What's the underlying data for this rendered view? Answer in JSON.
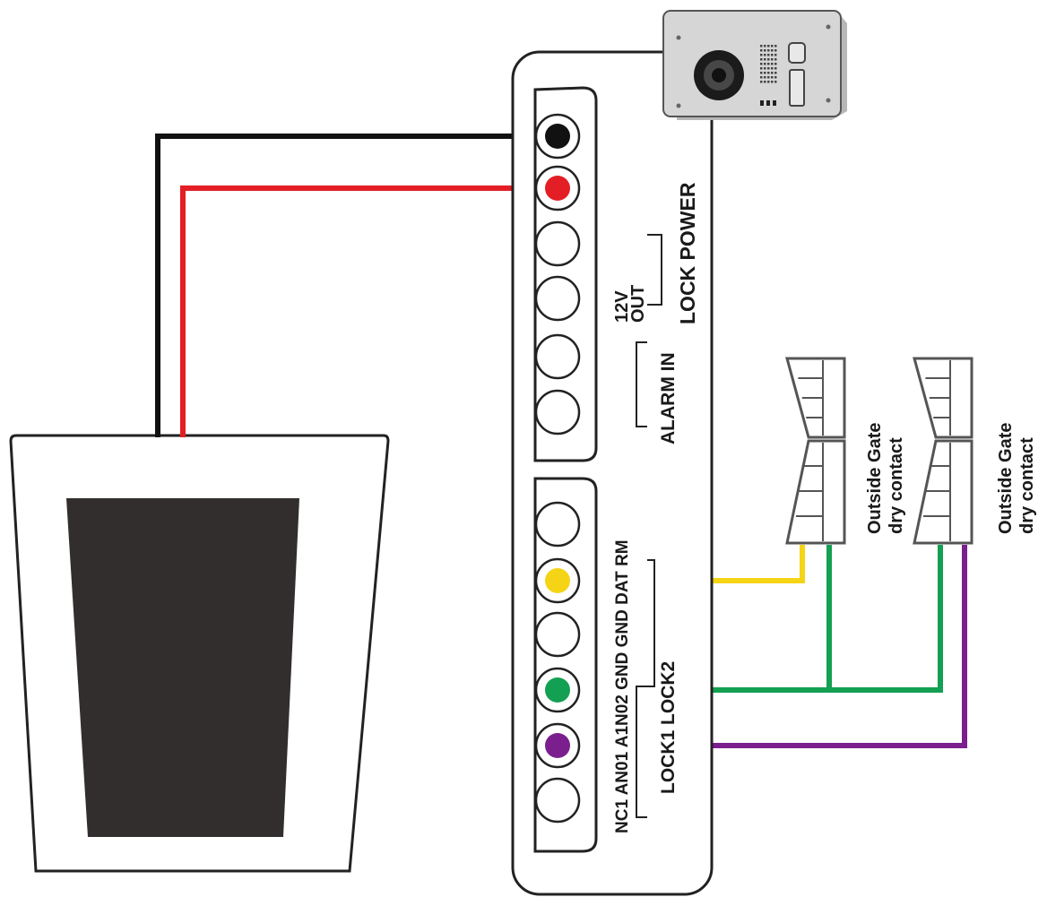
{
  "labels": {
    "lock_power": "LOCK POWER",
    "out_12v_line1": "12V",
    "out_12v_line2": "OUT",
    "alarm_in": "ALARM IN",
    "terminal_names": "NC1 AN01 A1N02 GND GND DAT RM",
    "lock1_lock2": "LOCK1 LOCK2"
  },
  "contacts": [
    {
      "line1": "Outside Gate",
      "line2": "dry contact"
    },
    {
      "line1": "Outside Gate",
      "line2": "dry contact"
    }
  ],
  "wire_colors": {
    "black": "#111111",
    "red": "#e41e25",
    "yellow": "#f5d416",
    "green": "#13a052",
    "purple": "#7b1f8e"
  },
  "terminals_upper": [
    "black",
    "red",
    "empty",
    "empty",
    "empty",
    "empty"
  ],
  "terminals_lower": [
    "empty",
    "yellow",
    "empty",
    "green",
    "purple",
    "empty"
  ]
}
